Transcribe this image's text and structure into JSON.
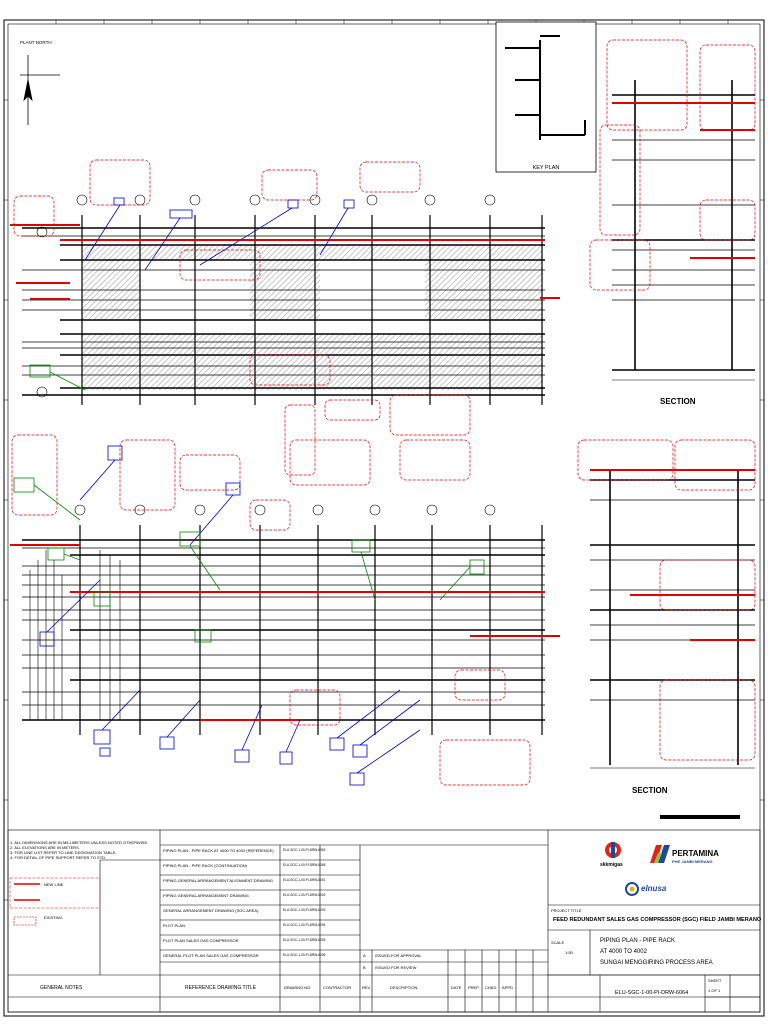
{
  "drawing": {
    "key_plan_label": "KEY PLAN",
    "section_label_1": "SECTION",
    "section_label_2": "SECTION",
    "north_label": "PLANT NORTH"
  },
  "title_block": {
    "project_title_label": "PROJECT TITLE",
    "project_title": "FEED REDUNDANT SALES GAS COMPRESSOR (SGC) FIELD JAMBI MERANO",
    "drawing_title_line1": "PIPING PLAN - PIPE RACK",
    "drawing_title_line2": "AT 4000 TO 4002",
    "drawing_title_line3": "SUNGAI MENGGIRING PROCESS AREA",
    "general_notes_label": "GENERAL NOTES",
    "reference_drawing_label": "REFERENCE DRAWING TITLE",
    "drawing_no_label": "DRAWING NO.",
    "contractor_label": "CONTRACTOR",
    "rev_label": "REV",
    "description_label": "DESCRIPTION",
    "date_label": "DATE",
    "prep_label": "PREP",
    "chkd_label": "CHKD",
    "appd_label": "APPD",
    "scale_label": "SCALE",
    "scale_value": "1:50",
    "sheet_label": "SHEET",
    "sheet_value": "1 OF 1",
    "drawing_number": "ELU-SGC-1-00-PI-DRW-6064",
    "revision_rows": [
      {
        "rev": "A",
        "desc": "ISSUED FOR APPROVAL"
      },
      {
        "rev": "B",
        "desc": "ISSUED FOR REVIEW"
      }
    ],
    "reference_rows": [
      "PIPING PLAN - PIPE RACK AT 4000 TO 4002 (REFERENCE)",
      "PIPING PLAN - PIPE RACK (CONTINUATION)",
      "PIPING GENERAL ARRANGEMENT ALIGNMENT DRAWING",
      "PIPING GENERAL ARRANGEMENT DRAWING",
      "GENERAL ARRANGEMENT DRAWING (SGC AREA)",
      "PLOT PLAN",
      "PLOT PLAN SALES GAS COMPRESSOR",
      "GENERAL PLOT PLAN SALES GAS COMPRESSOR"
    ],
    "codes": [
      "ELU-SGC-1-00-PI-DRW-6063",
      "ELU-SGC-1-00-PI-DRW-6065",
      "ELU-SGC-1-00-PI-DRW-6001",
      "ELU-SGC-1-00-PI-DRW-6002",
      "ELU-SGC-1-00-PI-DRW-6003",
      "ELU-SGC-1-00-PI-DRW-6004",
      "ELU-SGC-1-00-PI-DRW-6005",
      "ELU-SGC-1-00-PI-DRW-6006"
    ],
    "notes": [
      "1. ALL DIMENSIONS ARE IN MILLIMETERS UNLESS NOTED OTHERWISE.",
      "2. ALL ELEVATIONS ARE IN METERS.",
      "3. FOR LINE LIST REFER TO LINE DESIGNATION TABLE.",
      "4. FOR DETAIL OF PIPE SUPPORT REFER TO STD."
    ],
    "legend_new": "NEW LINE",
    "legend_existing": "EXISTING"
  },
  "logos": {
    "pertamina": "PERTAMINA",
    "pertamina_sub": "PHE JAMBI MERANG",
    "skkmigas": "skkmigas",
    "client": "elnusa"
  },
  "colors": {
    "line": "#000000",
    "revision_cloud": "#e00000",
    "tag_blue": "#0000cc",
    "tag_green": "#008800",
    "hatch": "#b0b0b0",
    "pertamina_red": "#e2231a",
    "pertamina_blue": "#1a4a9c",
    "pertamina_green": "#8dc63f"
  }
}
